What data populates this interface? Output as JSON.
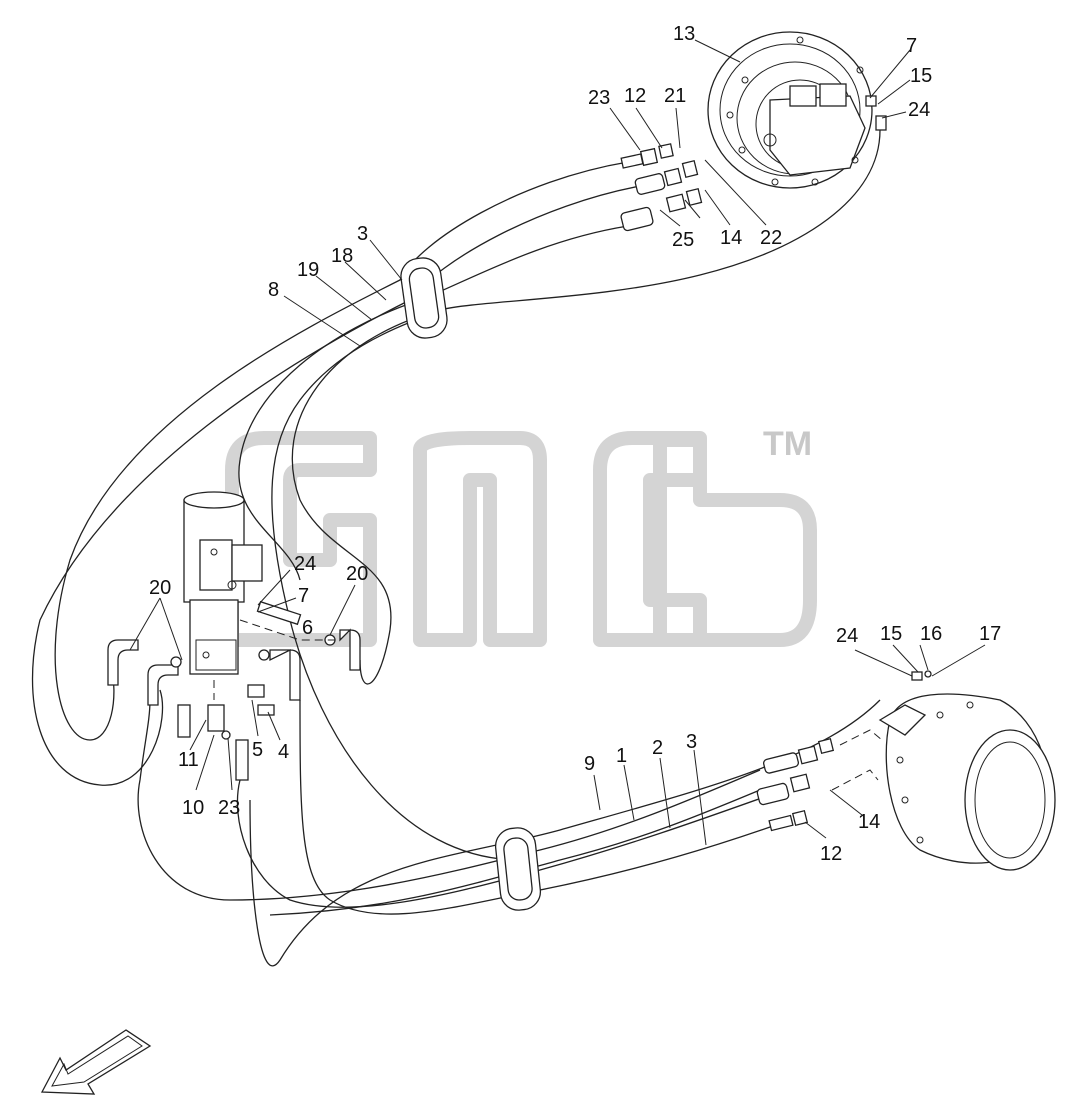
{
  "diagram": {
    "watermark_mark": "TM",
    "callouts_top_motor": [
      "13",
      "7",
      "15",
      "24",
      "23",
      "12",
      "21",
      "22",
      "14",
      "25"
    ],
    "callouts_hoses": [
      "3",
      "18",
      "19",
      "8"
    ],
    "callouts_center_joint": [
      "24",
      "7",
      "6",
      "20",
      "20",
      "11",
      "10",
      "23",
      "5",
      "4"
    ],
    "callouts_bottom_motor": [
      "24",
      "15",
      "16",
      "17",
      "9",
      "1",
      "2",
      "3",
      "14",
      "12"
    ]
  }
}
